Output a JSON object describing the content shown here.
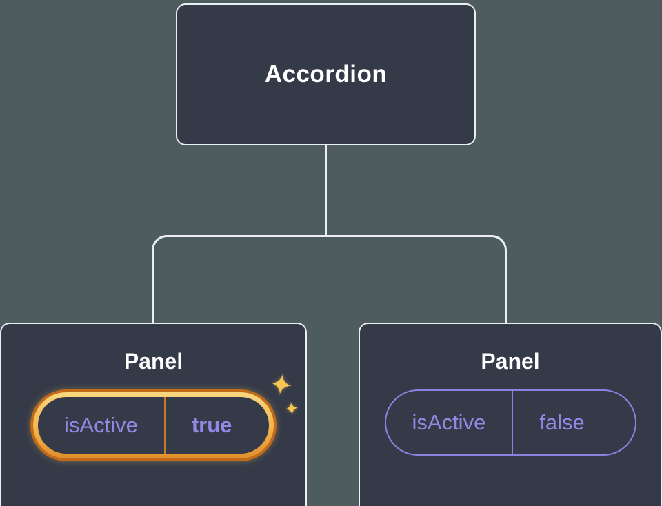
{
  "diagram": {
    "root": {
      "label": "Accordion"
    },
    "panels": [
      {
        "title": "Panel",
        "prop": {
          "name": "isActive",
          "value": "true"
        },
        "highlighted": true
      },
      {
        "title": "Panel",
        "prop": {
          "name": "isActive",
          "value": "false"
        },
        "highlighted": false
      }
    ],
    "icons": {
      "sparkle_big": "✦",
      "sparkle_small": "✦"
    },
    "colors": {
      "background": "#4e5c5e",
      "node_fill": "#353a49",
      "node_border": "#eceff2",
      "connector": "#eceff2",
      "prop_text": "#9189e4",
      "purple_outline": "#8a82e0",
      "highlight_gold": "#f6c552",
      "highlight_orange": "#c06a1a"
    }
  }
}
